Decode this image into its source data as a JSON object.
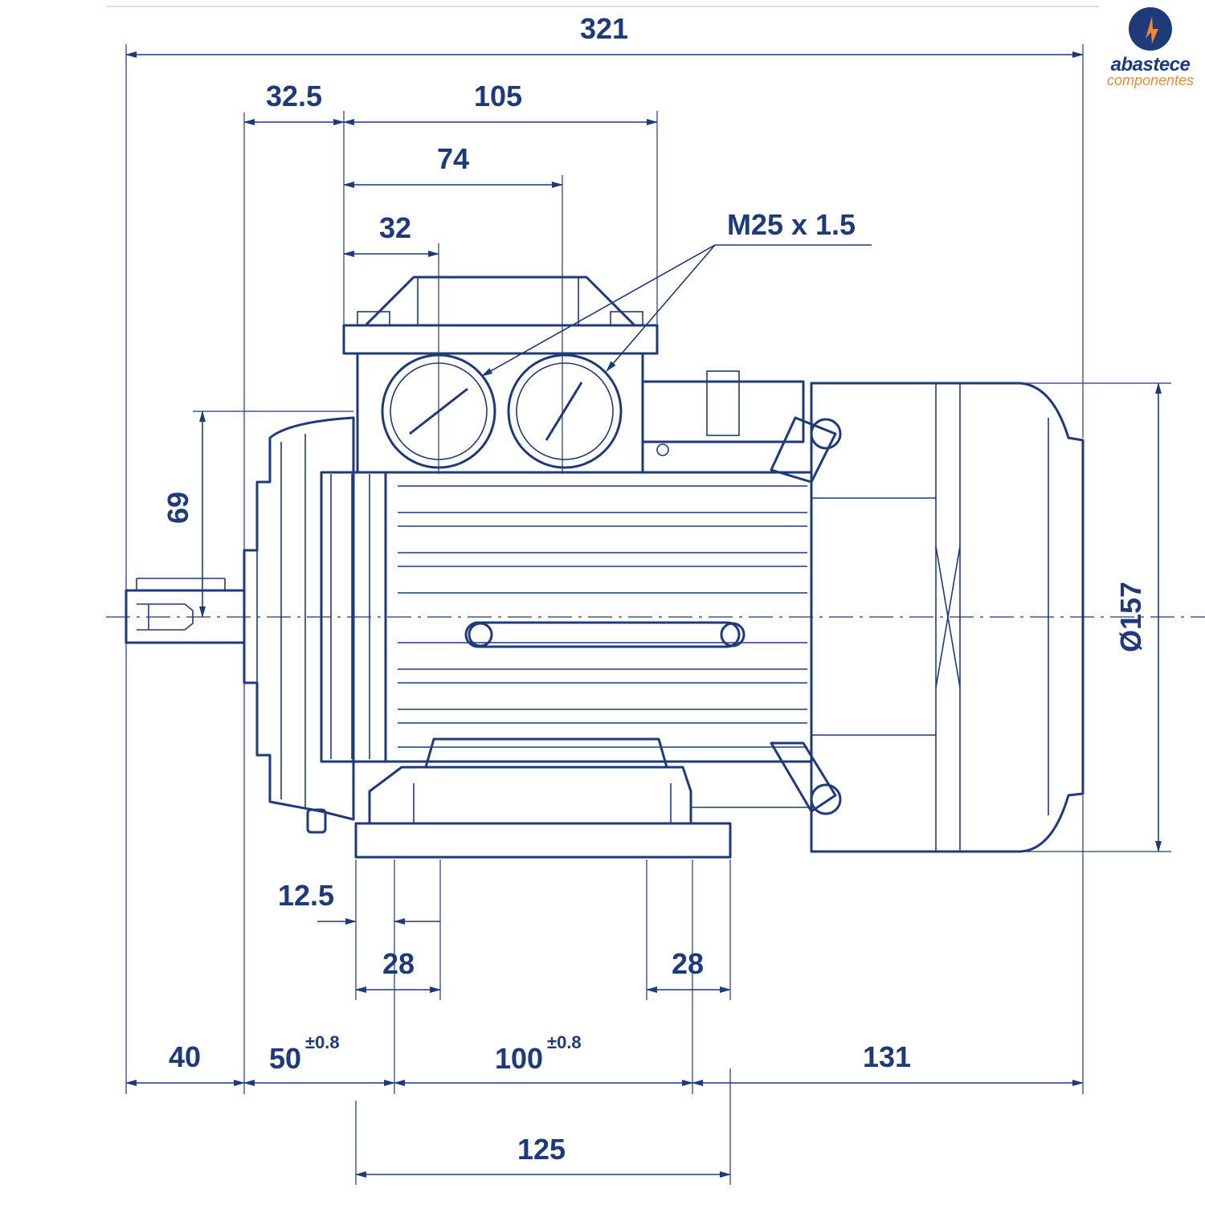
{
  "drawing": {
    "line_color": "#1f3a7a",
    "dimensions": {
      "overall_length": "321",
      "shaft_to_box": "32.5",
      "box_length": "105",
      "gland_spacing": "74",
      "gland_offset": "32",
      "thread": "M25 x 1.5",
      "shaft_height": "69",
      "diameter": "Ø157",
      "foot_edge": "12.5",
      "foot_left": "28",
      "foot_right": "28",
      "shaft_length": "40",
      "shoulder_to_hole": "50",
      "shoulder_tol": "±0.8",
      "hole_spacing": "100",
      "hole_tol": "±0.8",
      "rear_length": "131",
      "foot_length": "125"
    }
  },
  "logo": {
    "name": "abastece",
    "subtitle": "componentes",
    "primary_color": "#1f3a7a",
    "accent_color": "#f08a2b",
    "icon": "lightning-bolt-icon"
  }
}
